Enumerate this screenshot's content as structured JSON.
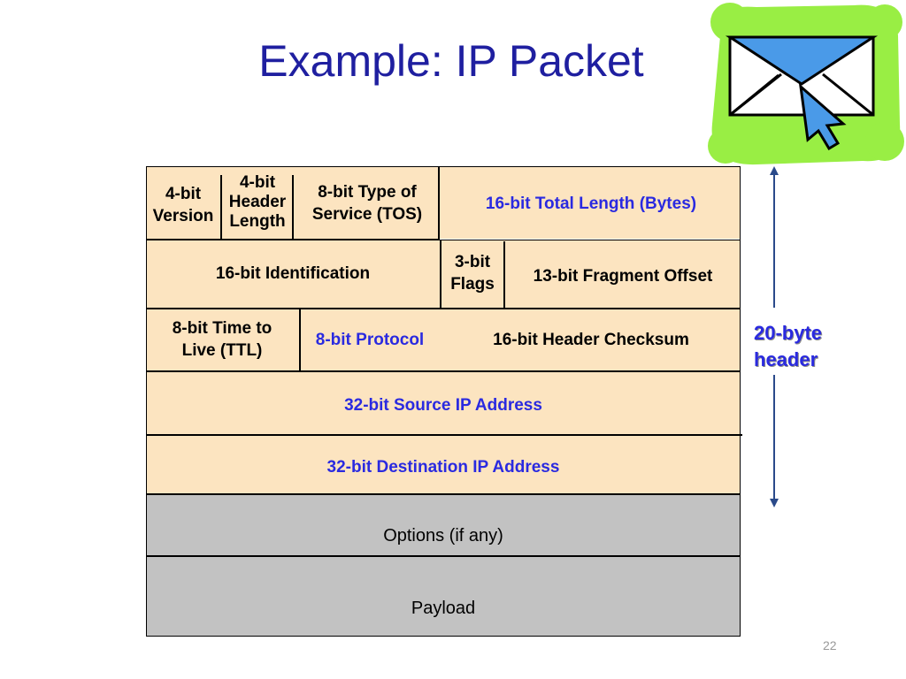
{
  "title": "Example: IP Packet",
  "icon": "email-envelope-cursor-icon",
  "colors": {
    "title": "#1f1fa0",
    "field_blue": "#2a2ae0",
    "header_fill": "#fce4c0",
    "gray_fill": "#c2c2c2",
    "icon_green": "#99ee44"
  },
  "fields": {
    "version": "4-bit Version",
    "version_l1": "4-bit",
    "version_l2": "Version",
    "hlen_l1": "4-bit",
    "hlen_l2": "Header",
    "hlen_l3": "Length",
    "tos_l1": "8-bit Type of",
    "tos_l2": "Service (TOS)",
    "total_length": "16-bit Total Length (Bytes)",
    "identification": "16-bit Identification",
    "flags_l1": "3-bit",
    "flags_l2": "Flags",
    "fragment_offset": "13-bit Fragment Offset",
    "ttl_l1": "8-bit Time to",
    "ttl_l2": "Live (TTL)",
    "protocol": "8-bit Protocol",
    "checksum": "16-bit Header Checksum",
    "source": "32-bit Source IP Address",
    "destination": "32-bit Destination IP Address",
    "options": "Options (if any)",
    "payload": "Payload"
  },
  "header_label_l1": "20-byte",
  "header_label_l2": "header",
  "page_number": "22"
}
